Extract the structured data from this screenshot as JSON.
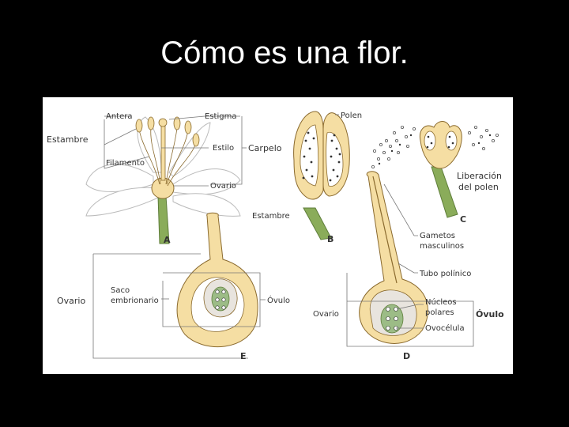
{
  "title": "Cómo es una flor.",
  "colors": {
    "background": "#000000",
    "title": "#ffffff",
    "figure_bg": "#ffffff",
    "tissue": "#f5dea3",
    "tissue_stroke": "#8a6a2e",
    "stem": "#8aac5a",
    "nucleus": "#9cbc86",
    "pollen": "#333333",
    "leader": "#777777"
  },
  "figure": {
    "panels": {
      "a": "A",
      "b": "B",
      "c": "C",
      "d": "D",
      "e": "E"
    },
    "labels": {
      "antera": "Antera",
      "estigma": "Estigma",
      "estambre_a": "Estambre",
      "estilo": "Estilo",
      "carpelo": "Carpelo",
      "filamento": "Filamento",
      "ovario_a": "Ovario",
      "polen": "Polen",
      "estambre_b": "Estambre",
      "liberacion_1": "Liberación",
      "liberacion_2": "del polen",
      "gametos_1": "Gametos",
      "gametos_2": "masculinos",
      "tubo": "Tubo polínico",
      "nucleos_1": "Núcleos",
      "nucleos_2": "polares",
      "ovocelula": "Ovocélula",
      "ovulo_d": "Óvulo",
      "ovario_d": "Ovario",
      "saco_1": "Saco",
      "saco_2": "embrionario",
      "ovario_e": "Ovario",
      "ovulo_e": "Óvulo"
    }
  }
}
